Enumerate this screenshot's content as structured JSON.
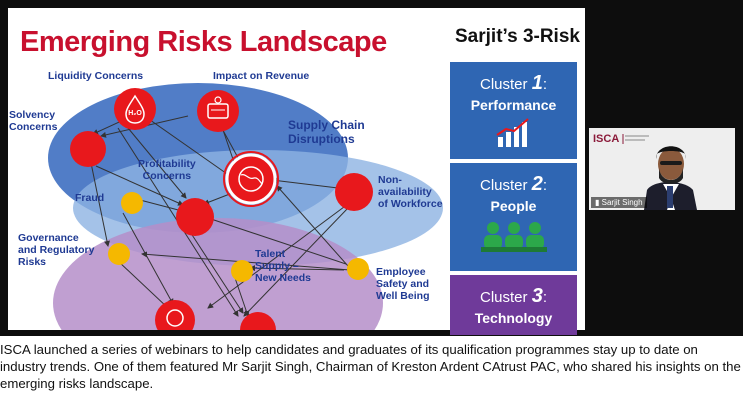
{
  "slide": {
    "title": "Emerging Risks Landscape",
    "risks": {
      "liquidity": "Liquidity Concerns",
      "revenue": "Impact on Revenue",
      "solvency_1": "Solvency",
      "solvency_2": "Concerns",
      "supply_1": "Supply Chain",
      "supply_2": "Disruptions",
      "profit_1": "Profitability",
      "profit_2": "Concerns",
      "fraud": "Fraud",
      "workforce_1": "Non-",
      "workforce_2": "availability",
      "workforce_3": "of Workforce",
      "gov_1": "Governance",
      "gov_2": "and Regulatory",
      "gov_3": "Risks",
      "talent_1": "Talent",
      "talent_2": "Supply –",
      "talent_3": "New Needs",
      "safety_1": "Employee",
      "safety_2": "Safety and",
      "safety_3": "Well Being"
    },
    "colors": {
      "title": "#c8102e",
      "node_red": "#e8181c",
      "node_yellow": "#f5b800",
      "label": "#1f3a93"
    }
  },
  "panel": {
    "title": "Sarjit’s 3-Risk",
    "clusters": [
      {
        "word": "Cluster",
        "num": "1",
        "colon": ":",
        "name": "Performance",
        "icon": "bar-chart-growth-icon"
      },
      {
        "word": "Cluster",
        "num": "2",
        "colon": ":",
        "name": "People",
        "icon": "people-group-icon"
      },
      {
        "word": "Cluster",
        "num": "3",
        "colon": ":",
        "name": "Technology",
        "icon": ""
      }
    ]
  },
  "video": {
    "participant": "Sarjit Singh",
    "logo_text": "ISCA"
  },
  "caption": "ISCA launched a series of webinars to help candidates and graduates of its qualification programmes stay up to date on industry trends. One of them featured Mr Sarjit Singh, Chairman of Kreston Ardent CAtrust PAC, who shared his insights on the emerging risks landscape."
}
